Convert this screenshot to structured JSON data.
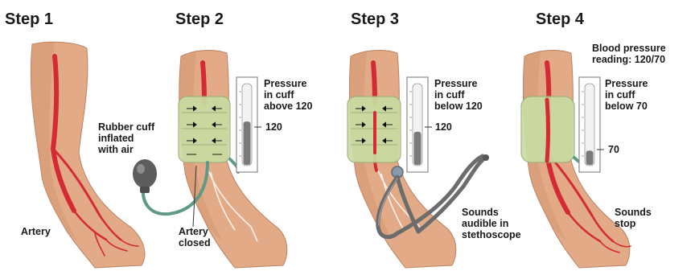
{
  "steps": [
    {
      "title": "Step 1",
      "labels": {
        "artery": "Artery"
      }
    },
    {
      "title": "Step 2",
      "labels": {
        "cuff": [
          "Rubber cuff",
          "inflated",
          "with air"
        ],
        "pressure": [
          "Pressure",
          "in cuff",
          "above 120"
        ],
        "reading": "120",
        "artery": [
          "Artery",
          "closed"
        ]
      },
      "gauge_level": 0.55
    },
    {
      "title": "Step 3",
      "labels": {
        "pressure": [
          "Pressure",
          "in cuff",
          "below 120"
        ],
        "reading": "120",
        "sounds": [
          "Sounds",
          "audible in",
          "stethoscope"
        ]
      },
      "gauge_level": 0.42
    },
    {
      "title": "Step 4",
      "labels": {
        "bp": [
          "Blood pressure",
          "reading: 120/70"
        ],
        "pressure": [
          "Pressure",
          "in cuff",
          "below 70"
        ],
        "reading": "70",
        "sounds": [
          "Sounds",
          "stop"
        ]
      },
      "gauge_level": 0.18
    }
  ],
  "colors": {
    "skin": "#e2aa86",
    "artery": "#d42a35",
    "cuff": "#c9dca3",
    "tube": "#5f9a86",
    "mercury": "#7a7a7a"
  }
}
